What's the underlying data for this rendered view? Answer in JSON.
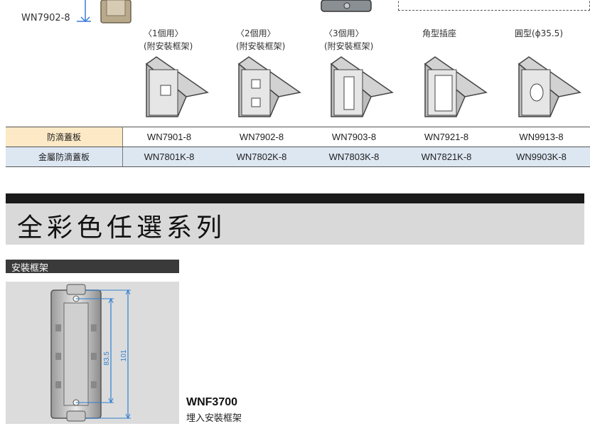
{
  "top": {
    "model_label": "WN7902-8"
  },
  "covers": [
    {
      "line1": "〈1個用〉",
      "line2": "(附安裝框架)"
    },
    {
      "line1": "〈2個用〉",
      "line2": "(附安裝框架)"
    },
    {
      "line1": "〈3個用〉",
      "line2": "(附安裝框架)"
    },
    {
      "line1": "角型插座",
      "line2": ""
    },
    {
      "line1": "圓型(ϕ35.5)",
      "line2": ""
    }
  ],
  "table": {
    "rows": [
      {
        "head": "防滴蓋板",
        "cells": [
          "WN7901-8",
          "WN7902-8",
          "WN7903-8",
          "WN7921-8",
          "WN9913-8"
        ]
      },
      {
        "head": "金屬防滴蓋板",
        "cells": [
          "WN7801K-8",
          "WN7802K-8",
          "WN7803K-8",
          "WN7821K-8",
          "WN9903K-8"
        ]
      }
    ]
  },
  "section": {
    "title": "全彩色任選系列",
    "subsection": "安裝框架"
  },
  "frame": {
    "dim_inner": "83.5",
    "dim_outer": "101",
    "model": "WNF3700",
    "desc": "埋入安裝框架"
  }
}
